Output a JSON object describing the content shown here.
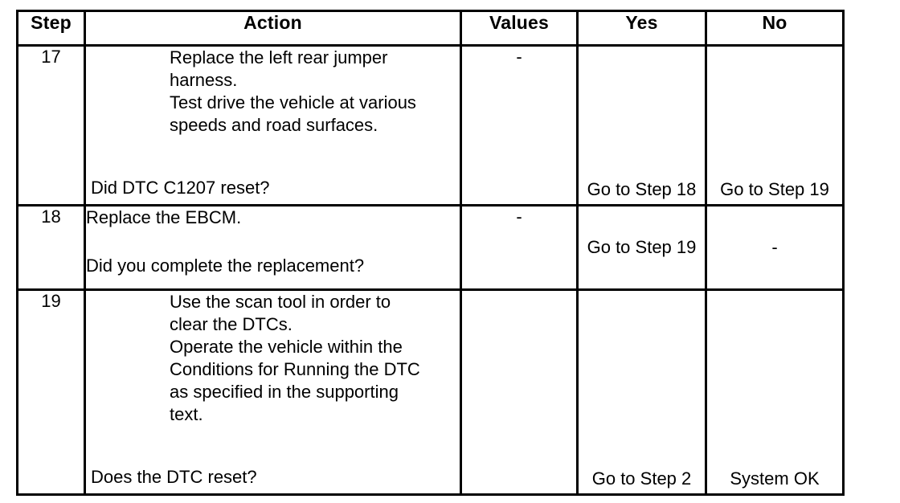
{
  "table": {
    "headers": {
      "step": "Step",
      "action": "Action",
      "values": "Values",
      "yes": "Yes",
      "no": "No"
    },
    "rows": [
      {
        "step": "17",
        "instructions": [
          "Replace the left rear jumper",
          "harness.",
          "Test drive the vehicle at various",
          "speeds and road surfaces."
        ],
        "question": "Did DTC C1207 reset?",
        "values": "-",
        "yes": "Go to Step 18",
        "no": "Go to Step 19"
      },
      {
        "step": "18",
        "instructions": [
          "Replace the EBCM."
        ],
        "question": "Did you complete the replacement?",
        "values": "-",
        "yes": "Go to Step 19",
        "no": "-"
      },
      {
        "step": "19",
        "instructions": [
          "Use the scan tool in order to",
          "clear the DTCs.",
          "Operate the vehicle within the",
          "Conditions for Running the DTC",
          "as specified in the supporting",
          "text."
        ],
        "question": "Does the DTC reset?",
        "values": "",
        "yes": "Go to Step 2",
        "no": "System OK"
      }
    ]
  },
  "colors": {
    "border": "#000000",
    "text": "#000000",
    "background": "#ffffff"
  }
}
